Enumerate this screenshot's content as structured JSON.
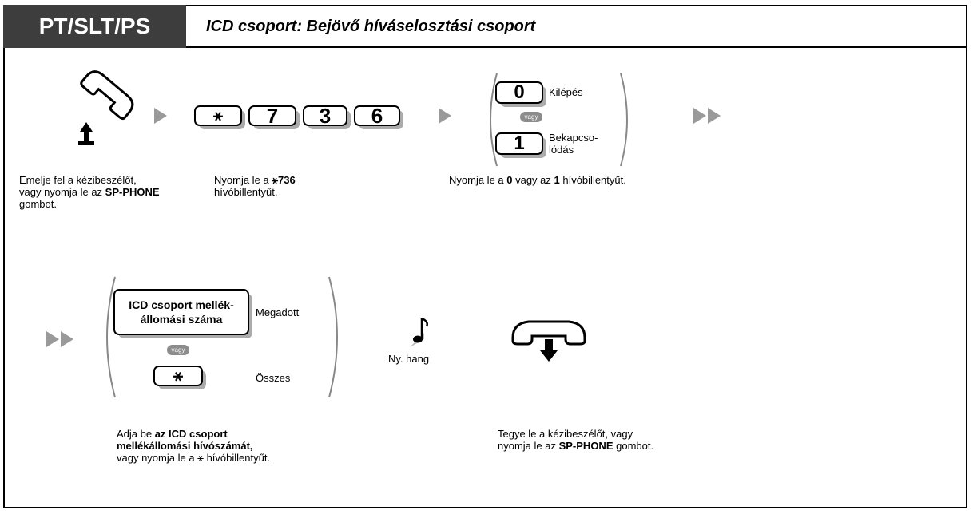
{
  "header": {
    "device_label": "PT/SLT/PS",
    "title": "ICD csoport: Bejövő híváselosztási csoport"
  },
  "step1": {
    "text_a": "Emelje fel a kézibeszélőt,",
    "text_b": "vagy nyomja le az ",
    "text_bold": "SP-PHONE",
    "text_c": "gombot."
  },
  "step2": {
    "keys": [
      "⚹",
      "7",
      "3",
      "6"
    ],
    "text_a": "Nyomja le a ",
    "text_bold": "⚹736",
    "text_b": "hívóbillentyűt."
  },
  "step3": {
    "key0": "0",
    "key0_label": "Kilépés",
    "or_badge": "vagy",
    "key1": "1",
    "key1_label_a": "Bekapcso-",
    "key1_label_b": "lódás",
    "text_a": "Nyomja le a ",
    "text_bold0": "0",
    "text_mid": " vagy az ",
    "text_bold1": "1",
    "text_b": " hívóbillentyűt."
  },
  "step4": {
    "ext_key_a": "ICD csoport mellék-",
    "ext_key_b": "állomási száma",
    "ext_label": "Megadott",
    "or_badge": "vagy",
    "star_key": "⚹",
    "star_label": "Összes",
    "text_a": "Adja be ",
    "text_bold_a": "az ICD csoport",
    "text_bold_b": "mellékállomási hívószámát,",
    "text_c": "vagy nyomja le a ⚹ hívóbillentyűt."
  },
  "step5": {
    "tone_label": "Ny. hang"
  },
  "step6": {
    "text_a": "Tegye le a kézibeszélőt, vagy",
    "text_b": "nyomja le az ",
    "text_bold": "SP-PHONE",
    "text_c": " gombot."
  },
  "colors": {
    "header_bg": "#3d3d3d",
    "key_shadow": "#ababab",
    "arrow": "#9a9a9a",
    "badge": "#8c8c8c"
  }
}
